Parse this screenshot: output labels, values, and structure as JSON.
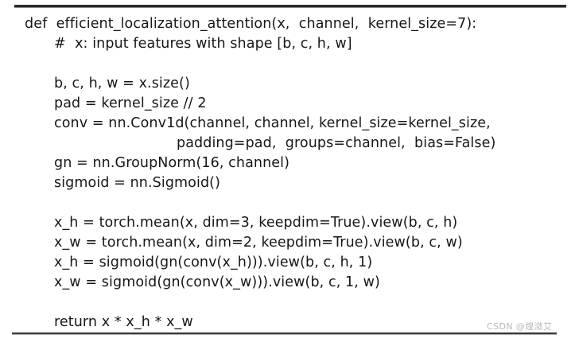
{
  "document": {
    "type": "code-snippet-figure",
    "language": "python",
    "background_color": "#ffffff",
    "text_color": "#171717",
    "rule_color": "#2b2b2b"
  },
  "code": {
    "lines": [
      {
        "indent": 0,
        "text": "def  efficient_localization_attention(x,  channel,  kernel_size=7):"
      },
      {
        "indent": 1,
        "text": "#  x: input features with shape [b, c, h, w]"
      },
      {
        "indent": 1,
        "text": ""
      },
      {
        "indent": 1,
        "text": "b, c, h, w = x.size()"
      },
      {
        "indent": 1,
        "text": "pad = kernel_size // 2"
      },
      {
        "indent": 1,
        "text": "conv = nn.Conv1d(channel, channel, kernel_size=kernel_size,"
      },
      {
        "indent": 2,
        "text": "padding=pad,  groups=channel,  bias=False)"
      },
      {
        "indent": 1,
        "text": "gn = nn.GroupNorm(16, channel)"
      },
      {
        "indent": 1,
        "text": "sigmoid = nn.Sigmoid()"
      },
      {
        "indent": 1,
        "text": ""
      },
      {
        "indent": 1,
        "text": "x_h = torch.mean(x, dim=3, keepdim=True).view(b, c, h)"
      },
      {
        "indent": 1,
        "text": "x_w = torch.mean(x, dim=2, keepdim=True).view(b, c, w)"
      },
      {
        "indent": 1,
        "text": "x_h = sigmoid(gn(conv(x_h))).view(b, c, h, 1)"
      },
      {
        "indent": 1,
        "text": "x_w = sigmoid(gn(conv(x_w))).view(b, c, 1, w)"
      },
      {
        "indent": 1,
        "text": ""
      },
      {
        "indent": 1,
        "text": "return x * x_h * x_w"
      }
    ]
  },
  "watermark": {
    "text": "CSDN @煌潋艾",
    "color": "#b9b9b9"
  }
}
